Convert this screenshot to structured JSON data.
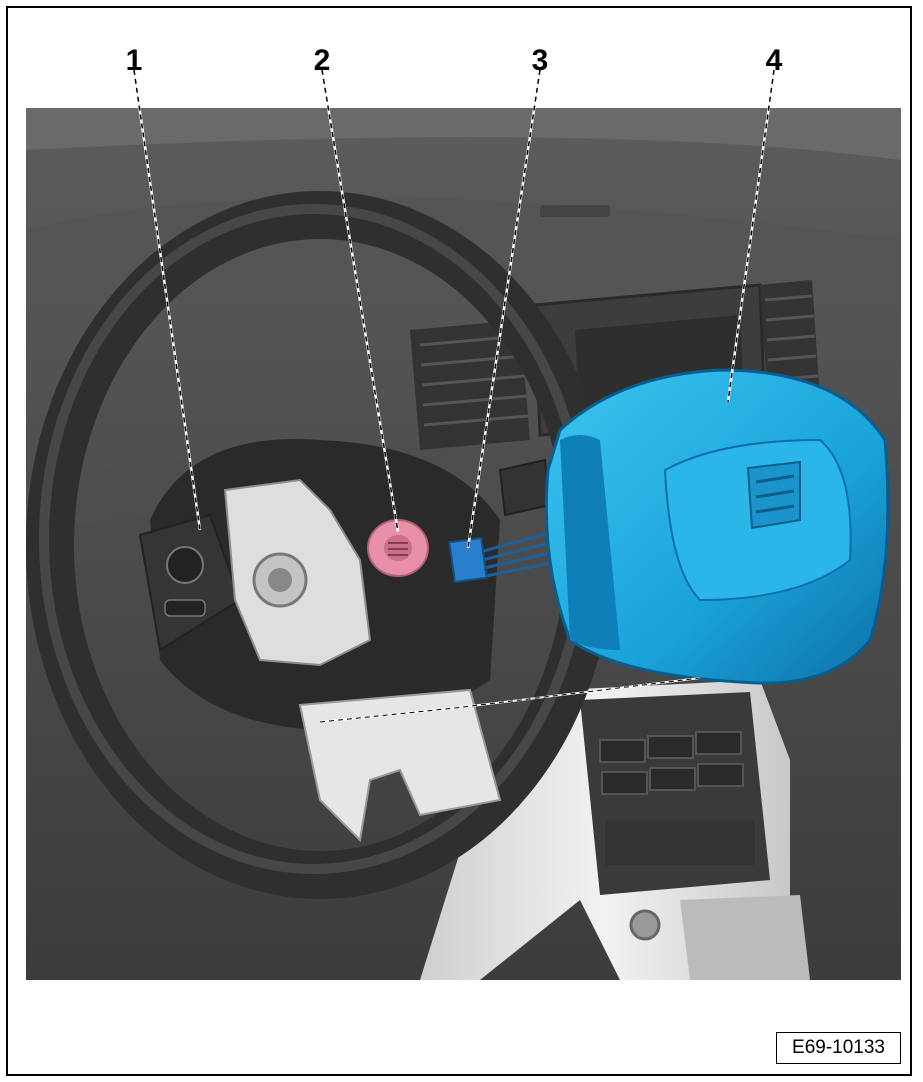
{
  "callouts": [
    {
      "number": "1",
      "part": "multifunction-buttons"
    },
    {
      "number": "2",
      "part": "retaining-screw-cap"
    },
    {
      "number": "3",
      "part": "connector"
    },
    {
      "number": "4",
      "part": "driver-airbag-unit"
    }
  ],
  "figure_id": "E69-10133",
  "colors": {
    "background": "#ffffff",
    "dashboard": "#4a4a4a",
    "steering_wheel": "#3a3a3a",
    "airbag": "#1aa3d9",
    "pink_cap": "#e890a8",
    "connector": "#2a7fcc",
    "console": "#e8e8e8",
    "border": "#000000"
  }
}
